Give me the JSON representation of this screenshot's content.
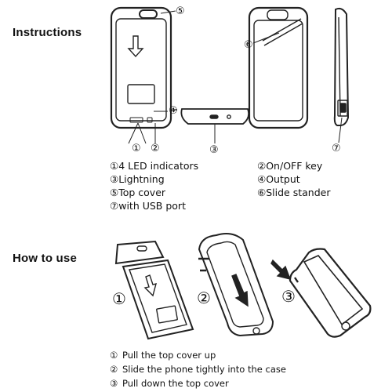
{
  "sections": {
    "instructions_title": "Instructions",
    "how_to_use_title": "How to use"
  },
  "callouts": {
    "c1": "①",
    "c2": "②",
    "c3": "③",
    "c4": "④",
    "c5": "⑤",
    "c6": "⑥",
    "c7": "⑦"
  },
  "parts": [
    {
      "num": "①",
      "label": "4 LED indicators"
    },
    {
      "num": "②",
      "label": "On/OFF key"
    },
    {
      "num": "③",
      "label": "Lightning"
    },
    {
      "num": "④",
      "label": "Output"
    },
    {
      "num": "⑤",
      "label": "Top cover"
    },
    {
      "num": "⑥",
      "label": "Slide stander"
    },
    {
      "num": "⑦",
      "label": "with USB port"
    }
  ],
  "how_to_use": {
    "step_marks": [
      "①",
      "②",
      "③"
    ],
    "steps": [
      {
        "num": "①",
        "label": "Pull the top cover up"
      },
      {
        "num": "②",
        "label": "Slide the phone tightly into the case"
      },
      {
        "num": "③",
        "label": "Pull down the top cover"
      }
    ]
  }
}
